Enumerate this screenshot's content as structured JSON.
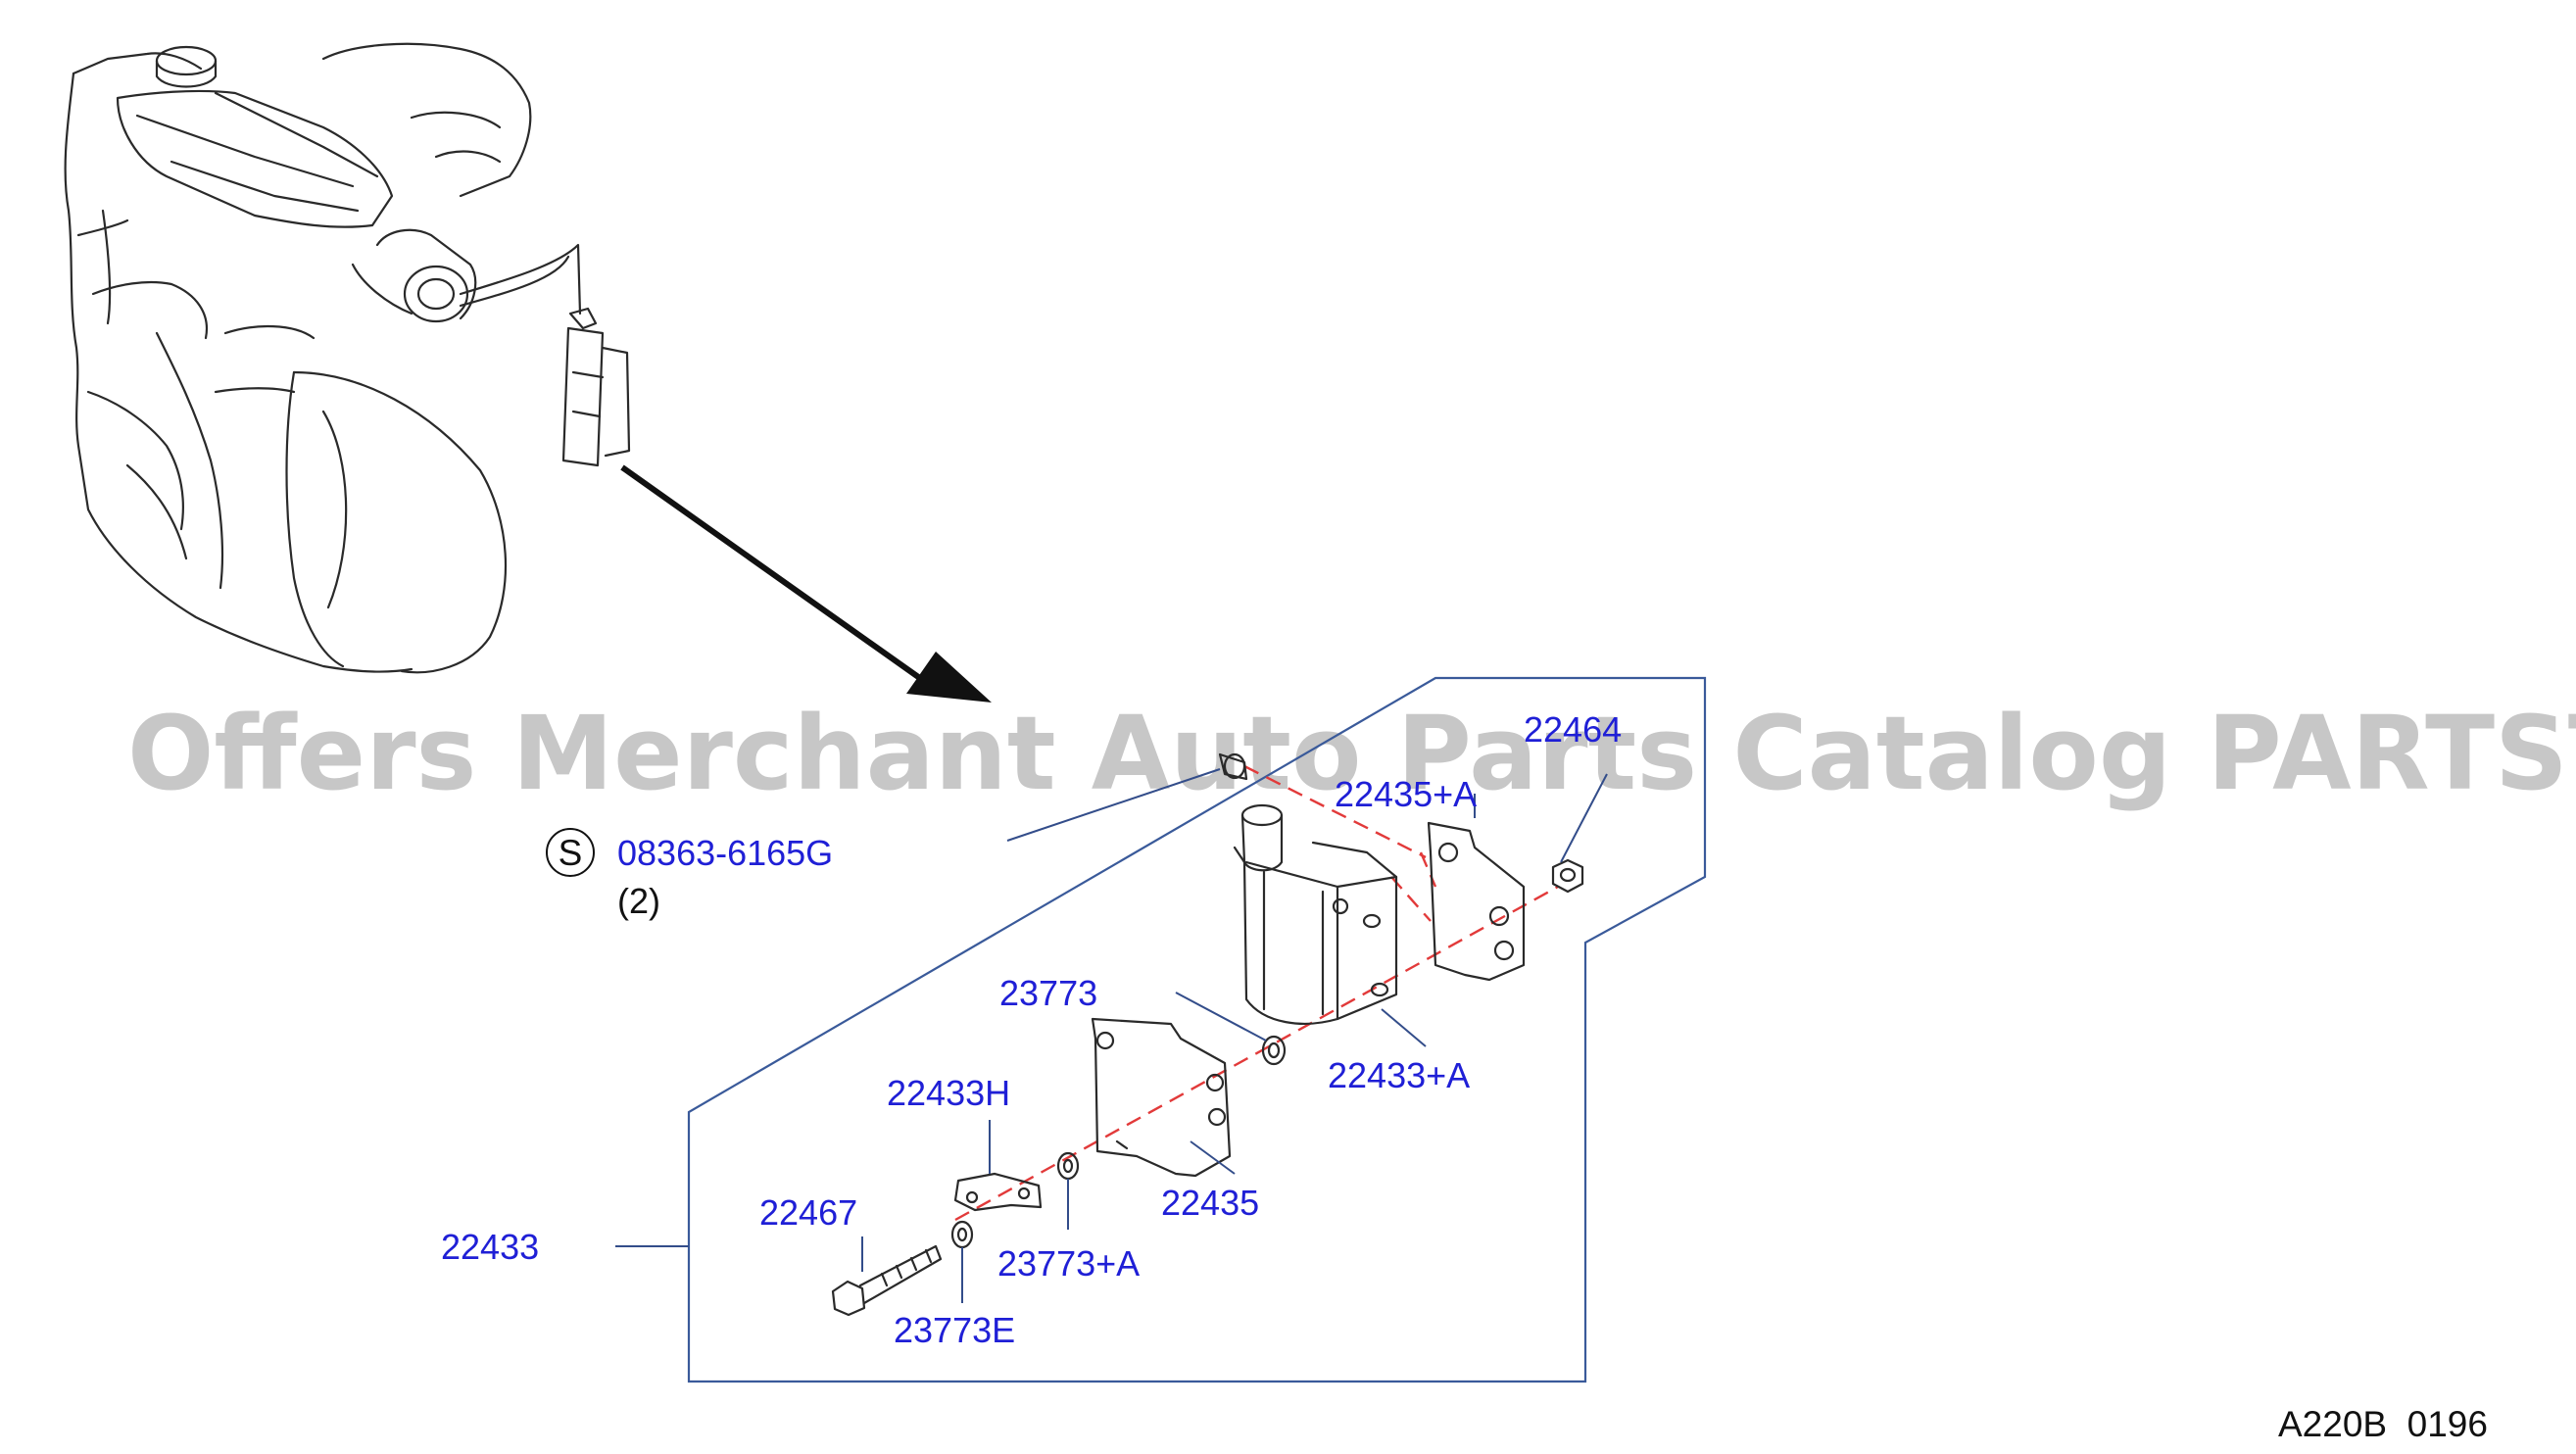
{
  "watermark": "Offers Merchant Auto Parts Catalog PARTSTORE.SA",
  "diagram_code": "A220B  0196",
  "standard_part": {
    "symbol": "S",
    "number": "08363-6165G",
    "quantity": "(2)"
  },
  "part_labels": {
    "p22464": "22464",
    "p22435a": "22435+A",
    "p23773": "23773",
    "p22433a": "22433+A",
    "p22433h": "22433H",
    "p22435": "22435",
    "p22467": "22467",
    "p23773a": "23773+A",
    "p22433": "22433",
    "p23773e": "23773E"
  },
  "colors": {
    "part_label": "#1f1fd6",
    "centerline": "#e23a3a",
    "frame": "#3a5a9a"
  }
}
